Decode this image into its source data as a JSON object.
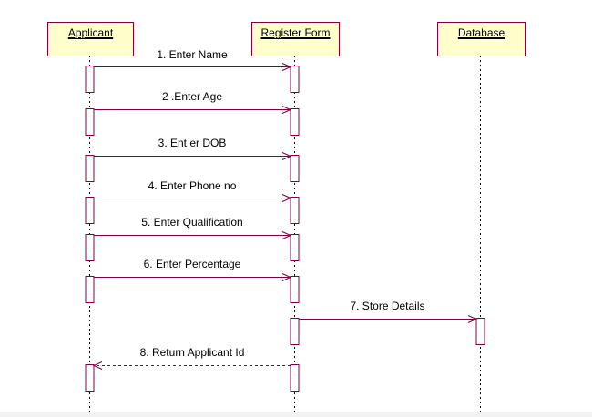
{
  "participants": [
    {
      "id": "applicant",
      "label": "Applicant"
    },
    {
      "id": "register",
      "label": "Register Form"
    },
    {
      "id": "database",
      "label": "Database"
    }
  ],
  "messages": [
    {
      "label": "1. Enter Name",
      "from": "applicant",
      "to": "register",
      "style": "solid"
    },
    {
      "label": "2 .Enter Age",
      "from": "applicant",
      "to": "register",
      "style": "solid"
    },
    {
      "label": "3. Ent er DOB",
      "from": "applicant",
      "to": "register",
      "style": "solid"
    },
    {
      "label": "4. Enter Phone no",
      "from": "applicant",
      "to": "register",
      "style": "solid"
    },
    {
      "label": "5. Enter Qualification",
      "from": "applicant",
      "to": "register",
      "style": "solid"
    },
    {
      "label": "6. Enter Percentage",
      "from": "applicant",
      "to": "register",
      "style": "solid"
    },
    {
      "label": "7. Store Details",
      "from": "register",
      "to": "database",
      "style": "solid"
    },
    {
      "label": "8. Return Applicant Id",
      "from": "register",
      "to": "applicant",
      "style": "dashed"
    }
  ],
  "colors": {
    "box_fill": "#ffffcc",
    "box_stroke": "#800040",
    "line": "#800040",
    "text": "#000000"
  }
}
